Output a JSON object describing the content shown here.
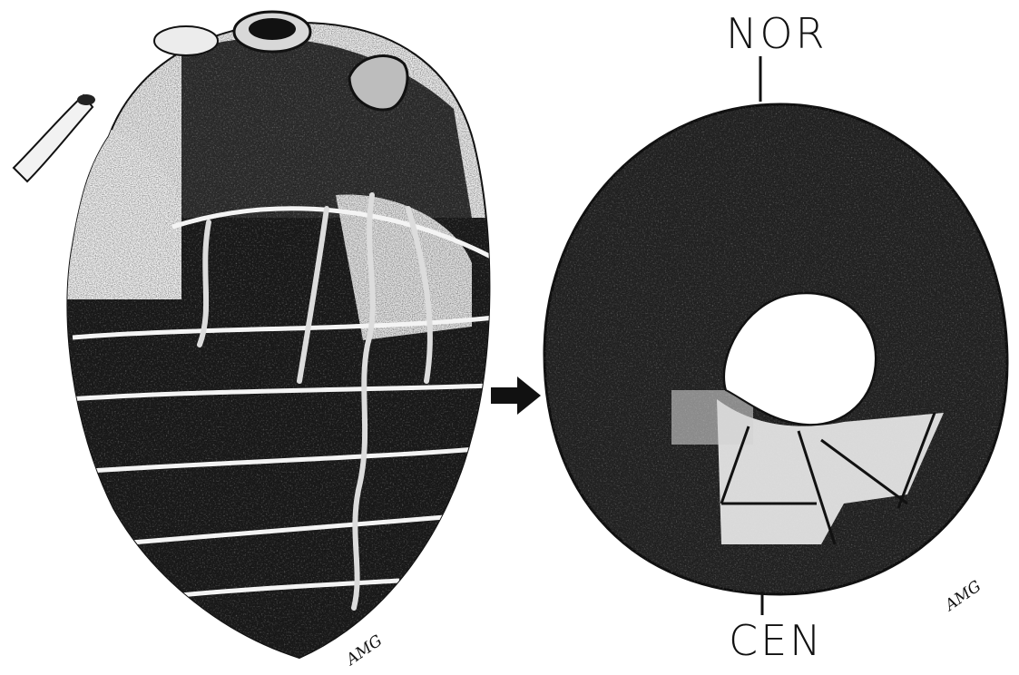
{
  "figure": {
    "top_label": "NOR",
    "bottom_label": "CEN",
    "signature_left": "AMG",
    "signature_right": "AMG"
  },
  "palette": {
    "ink": "#111111",
    "dark_tissue": "#1c1c1c",
    "mid_tissue": "#4a4a4a",
    "pale_tissue": "#e6e6e6",
    "background": "#ffffff"
  }
}
